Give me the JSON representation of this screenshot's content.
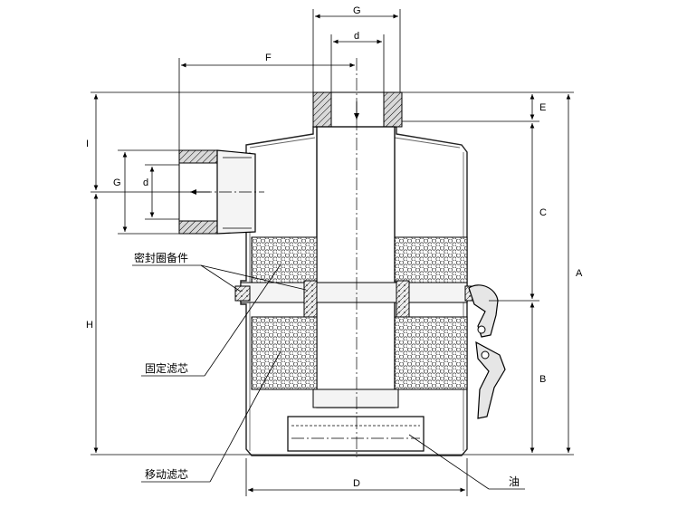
{
  "dimensions": {
    "G_top": "G",
    "d_top": "d",
    "F": "F",
    "E": "E",
    "I": "I",
    "C": "C",
    "A": "A",
    "G_side": "G",
    "d_side": "d",
    "H": "H",
    "B": "B",
    "D": "D"
  },
  "labels": {
    "seal_kit": "密封圈备件",
    "fixed_filter": "固定滤芯",
    "moving_filter": "移动滤芯",
    "oil": "油"
  },
  "colors": {
    "line": "#000000",
    "body_fill": "#c8c8c8",
    "flange_fill": "#d0d0d0",
    "filter_fill": "#ffffff",
    "filter_dot": "#444444",
    "hatch": "#000000"
  }
}
